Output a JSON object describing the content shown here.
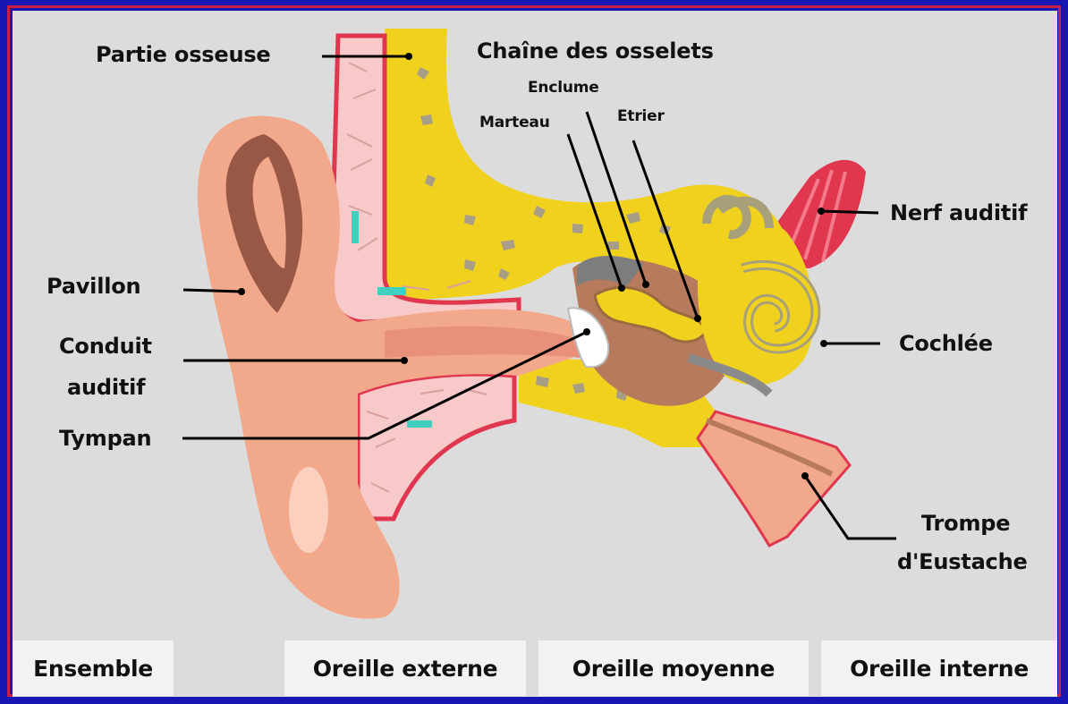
{
  "labels": {
    "partie_osseuse": "Partie osseuse",
    "chaine_osselets": "Chaîne des osselets",
    "enclume": "Enclume",
    "marteau": "Marteau",
    "etrier": "Etrier",
    "nerf_auditif": "Nerf auditif",
    "pavillon": "Pavillon",
    "conduit_line1": "Conduit",
    "conduit_line2": "auditif",
    "cochlee": "Cochlée",
    "tympan": "Tympan",
    "trompe_line1": "Trompe",
    "trompe_line2": "d'Eustache"
  },
  "buttons": {
    "ensemble": "Ensemble",
    "oreille_externe": "Oreille externe",
    "oreille_moyenne": "Oreille moyenne",
    "oreille_interne": "Oreille interne"
  },
  "colors": {
    "background": "#1616b4",
    "border": "#c81e4a",
    "panel": "#dcdcdc",
    "skin": "#f2a88a",
    "bone": "#f0d21e",
    "cartilage": "#f7c9c9",
    "nerve": "#e0374f"
  }
}
